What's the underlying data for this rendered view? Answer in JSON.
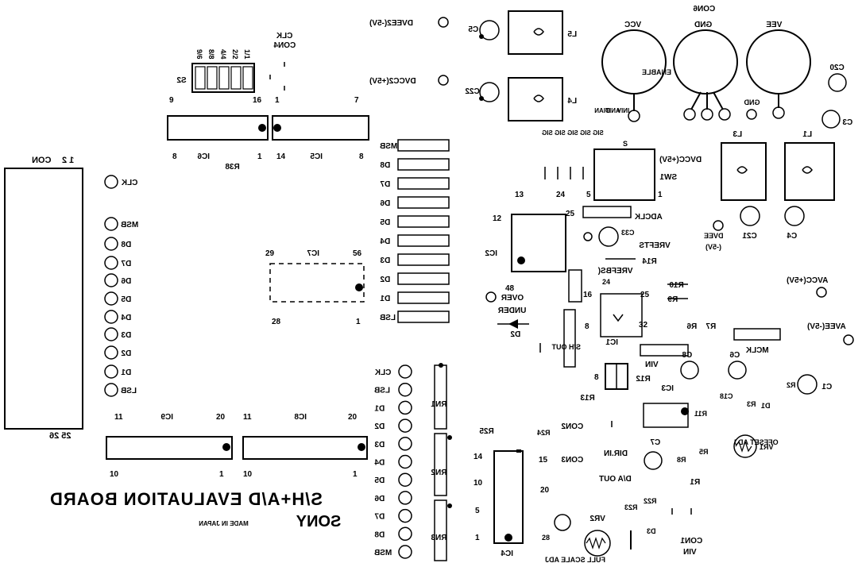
{
  "board": {
    "title": "S/H+A/D EVALUATION BOARD",
    "brand": "SONY",
    "made_in": "MADE IN JAPAN"
  },
  "power": {
    "vcc": "VCC",
    "gnd_top": "CON6",
    "gnd": "GND",
    "vee": "VEE",
    "dvee2": "DVEE2(-5V)",
    "dvcc2": "DVCC2(+5V)",
    "dvcc": "DVCC(+5V)",
    "avcc": "AVCC(+5V)",
    "avee": "AVEE(-5V)",
    "dvee": "DVEE",
    "dvee_v": "(-5V)",
    "gnd_small": "GND",
    "enable": "ENABLE"
  },
  "left_pins": [
    "CLK",
    "MSB",
    "D8",
    "D7",
    "D6",
    "D5",
    "D4",
    "D3",
    "D2",
    "D1",
    "LSB"
  ],
  "mid_bus": [
    "MSB",
    "D8",
    "D7",
    "D6",
    "D5",
    "D4",
    "D3",
    "D2",
    "D1",
    "LSB"
  ],
  "bottom_pins": [
    "CLK",
    "LSB",
    "D1",
    "D2",
    "D3",
    "D4",
    "D5",
    "D6",
    "D7",
    "D8",
    "MSB"
  ],
  "chips": {
    "ic5": "IC5",
    "ic6": "IC6",
    "ic7": "IC7",
    "ic8": "IC8",
    "ic9": "IC9",
    "ic1": "IC1",
    "ic2": "IC2",
    "ic3": "IC3",
    "ic4": "IC4",
    "s2": "S2",
    "sw1": "SW1"
  },
  "connectors": {
    "con1": "CON",
    "con1_pins": "1 2",
    "con1_end": "25 26",
    "con2": "CON2",
    "con3": "CON3",
    "con4": "CON4",
    "con4_clk": "CLK",
    "con1_vin": "CON1",
    "vin": "VIN"
  },
  "dip_switch": [
    "9/6",
    "8/8",
    "4/4",
    "2/2",
    "1/1"
  ],
  "switch_labels": [
    "SIG",
    "SIG",
    "SIG",
    "SIG",
    "SIG"
  ],
  "mode_labels": [
    "DIAN",
    "ANIT",
    "INIV",
    "ENABLE"
  ],
  "labels": {
    "adclk": "ADCLK",
    "vrefts": "VREFTS",
    "vrefbs": "VREFBS(",
    "mclk": "MCLK",
    "over": "OVER",
    "under": "UNDER",
    "d_a_out": "D/A OUT",
    "dir_in": "DIR.IN",
    "offset_adj": "OFFSET ADJ",
    "full_scale_adj": "FULL SCALE ADJ",
    "rn1": "RN1",
    "rn2": "RN2",
    "rn3": "RN3",
    "sh_out": "S/H OUT",
    "vin_ic1": "VIN"
  },
  "parts": {
    "l1": "L1",
    "l3": "L3",
    "l4": "L4",
    "l5": "L5",
    "c5": "C5",
    "c22": "C22",
    "c20": "C20",
    "c3": "C3",
    "c21": "C21",
    "c4": "C4",
    "c33": "C33",
    "c8": "C8",
    "c6": "C6",
    "c1": "C1",
    "c7": "C7",
    "c18": "C18",
    "r38": "R38",
    "r14": "R14",
    "r10": "R10",
    "r9": "R9",
    "r6": "R6",
    "r7": "R7",
    "r12": "R12",
    "r13": "R13",
    "r25": "R25",
    "r24": "R24",
    "r11": "R11",
    "r1": "R1",
    "r5": "R5",
    "r8": "R8",
    "r2": "R2",
    "r3": "R3",
    "r22": "R22",
    "r23": "R23",
    "d1": "D1",
    "d2": "D2",
    "d3": "D3",
    "vr1": "VR1",
    "vr2": "VR2"
  }
}
